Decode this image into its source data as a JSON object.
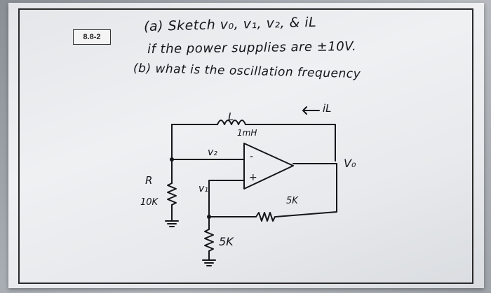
{
  "problem_id": "8.8-2",
  "question": {
    "line_a": "(a) Sketch v₀, v₁, v₂, & iL",
    "line_a_cont": "if the power supplies are ±10V.",
    "line_b": "(b) what is the oscillation frequency"
  },
  "circuit": {
    "inductor_label": "L",
    "inductor_value": "1mH",
    "current_label": "iL",
    "v2_label": "v₂",
    "v1_label": "v₁",
    "vo_label": "V₀",
    "minus_sign": "-",
    "plus_sign": "+",
    "r_label": "R",
    "r_value": "10K",
    "r_feedback_value": "5K",
    "r_ground_value": "5K"
  },
  "colors": {
    "ink": "#15151a",
    "paper": "#eceef0",
    "frame": "#2a2a2a"
  }
}
